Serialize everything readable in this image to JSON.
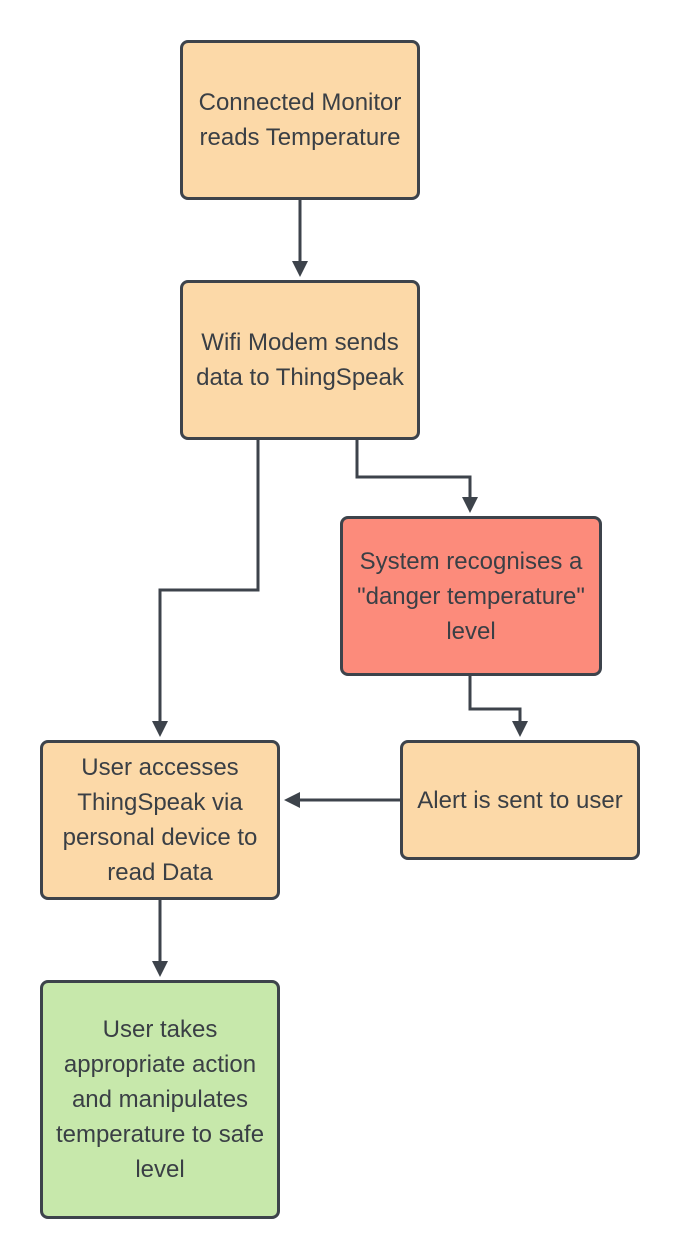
{
  "colors": {
    "box_default": "#fcd9a8",
    "box_alert": "#fc8b7b",
    "box_result": "#c7e8ab",
    "border": "#3d434b",
    "text": "#3a3f45",
    "edge": "#3d434b"
  },
  "nodes": {
    "monitor": {
      "label": "Connected Monitor reads Temperature",
      "fill": "box_default"
    },
    "wifi": {
      "label": "Wifi Modem sends data to ThingSpeak",
      "fill": "box_default"
    },
    "danger": {
      "label": "System recognises a \"danger temperature\" level",
      "fill": "box_alert"
    },
    "alert": {
      "label": "Alert is sent to user",
      "fill": "box_default"
    },
    "user": {
      "label": "User accesses ThingSpeak via personal device to read Data",
      "fill": "box_default"
    },
    "action": {
      "label": "User takes appropriate action and manipulates temperature to safe level",
      "fill": "box_result"
    }
  },
  "edges": [
    {
      "from": "monitor",
      "to": "wifi"
    },
    {
      "from": "wifi",
      "to": "danger"
    },
    {
      "from": "wifi",
      "to": "user"
    },
    {
      "from": "danger",
      "to": "alert"
    },
    {
      "from": "alert",
      "to": "user"
    },
    {
      "from": "user",
      "to": "action"
    }
  ]
}
